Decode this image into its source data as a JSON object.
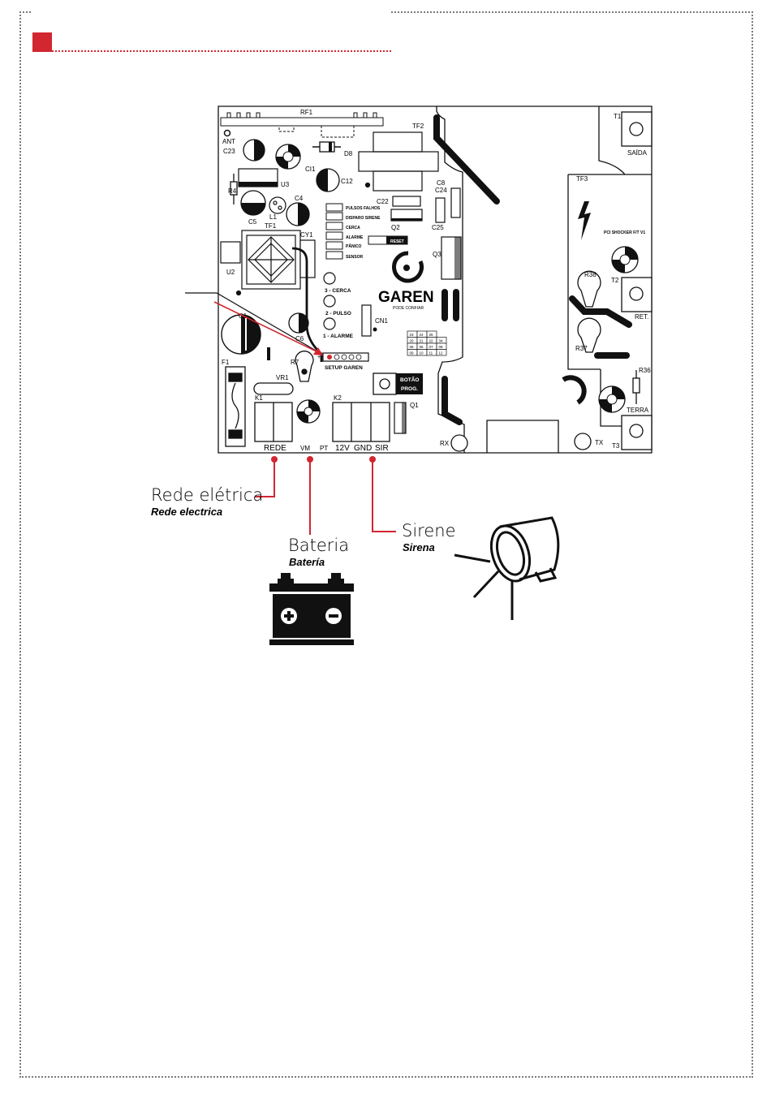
{
  "colors": {
    "accent": "#d22630",
    "ink": "#111111",
    "frame": "#7a7a7a"
  },
  "board": {
    "refs": {
      "rf1": "RF1",
      "ant": "ANT",
      "c23": "C23",
      "d8": "D8",
      "tf2": "TF2",
      "ci1": "CI1",
      "c12": "C12",
      "r4": "R4",
      "u3": "U3",
      "c4": "C4",
      "l1": "L1",
      "c5": "C5",
      "tf1": "TF1",
      "c8": "C8",
      "c24": "C24",
      "c22": "C22",
      "q2": "Q2",
      "c25": "C25",
      "q3": "Q3",
      "cy1": "CY1",
      "u2": "U2",
      "c1": "C1",
      "c6": "C6",
      "r7": "R7",
      "cn1": "CN1",
      "f1": "F1",
      "vr1": "VR1",
      "k1": "K1",
      "k2": "K2",
      "q1": "Q1",
      "rx": "RX",
      "tx": "TX",
      "t1": "T1",
      "saida": "SAÍDA",
      "tf3": "TF3",
      "pci": "PCI SHOCKER F/T V1",
      "r38": "R38",
      "t2": "T2",
      "ret": "RET.",
      "r37": "R37",
      "r36": "R36",
      "terra": "TERRA",
      "t3": "T3"
    },
    "status_leds": [
      "PULSOS FALHOS",
      "DISPARO SIRENE",
      "CERCA",
      "ALARME",
      "PÂNICO",
      "SENSOR"
    ],
    "reset_label": "RESET",
    "mode_leds": [
      "3 - CERCA",
      "2 - PULSO",
      "1 - ALARME"
    ],
    "brand": "GAREN",
    "brand_tagline": "PODE CONFIAR",
    "setup_label": "SETUP GAREN",
    "setup_plus": "+",
    "prog_button": [
      "BOTÃO",
      "PROG."
    ],
    "dip_grid": [
      "23",
      "24",
      "25",
      "20",
      "21",
      "22",
      "34",
      "05",
      "06",
      "07",
      "08",
      "09",
      "10",
      "11",
      "12"
    ],
    "terminals": {
      "rede": "REDE",
      "vm": "VM",
      "pt": "PT",
      "v12": "12V",
      "gnd": "GND",
      "sir": "SIR"
    }
  },
  "callouts": {
    "rede_pt": "Rede elétrica",
    "rede_es": "Rede electrica",
    "bateria_pt": "Bateria",
    "bateria_es": "Batería",
    "sirene_pt": "Sirene",
    "sirene_es": "Sirena"
  },
  "icons": [
    "battery-icon",
    "siren-icon"
  ]
}
